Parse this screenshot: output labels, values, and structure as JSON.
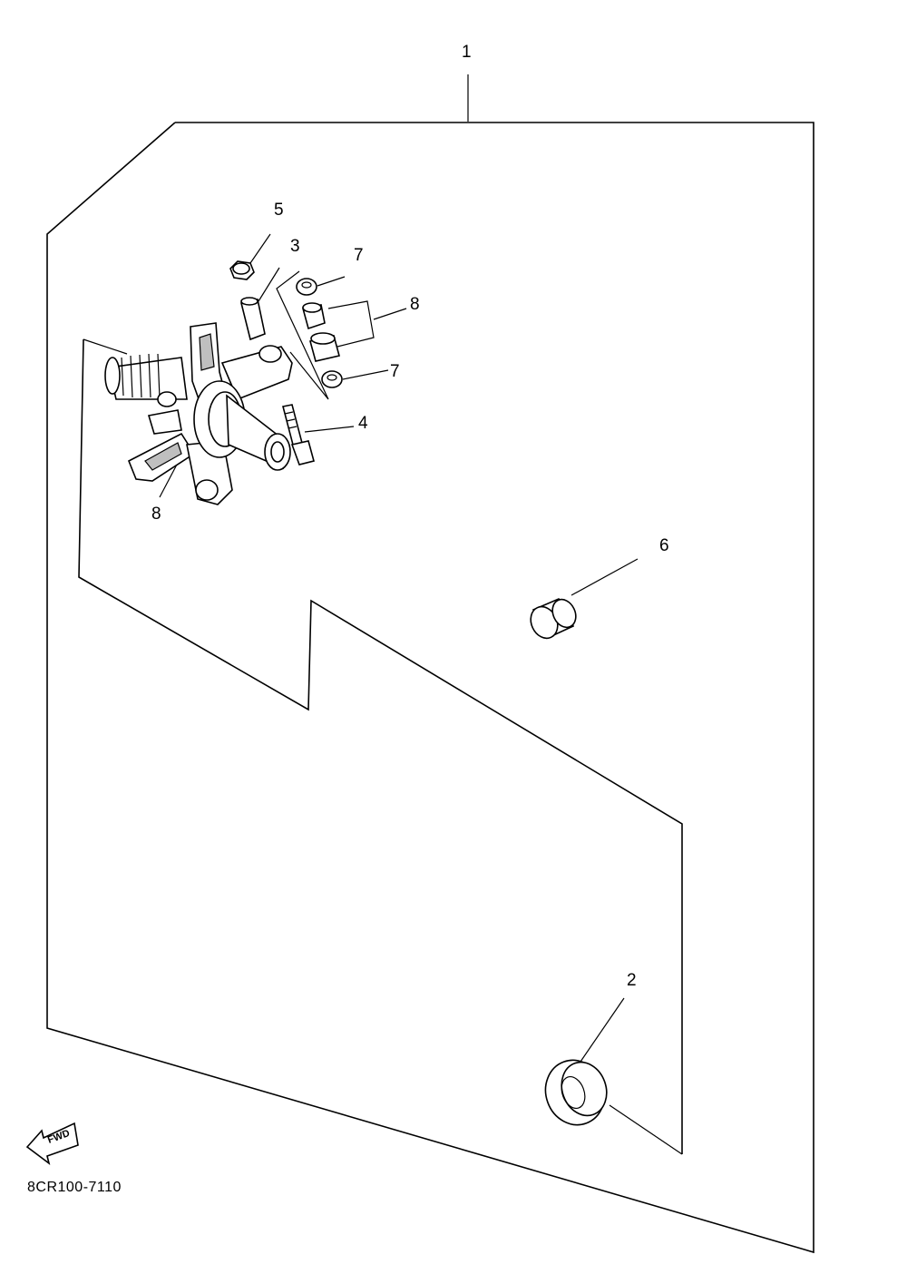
{
  "diagram": {
    "callouts": [
      {
        "id": "1",
        "text": "1"
      },
      {
        "id": "2",
        "text": "2"
      },
      {
        "id": "3",
        "text": "3"
      },
      {
        "id": "4",
        "text": "4"
      },
      {
        "id": "5",
        "text": "5"
      },
      {
        "id": "6",
        "text": "6"
      },
      {
        "id": "7a",
        "text": "7"
      },
      {
        "id": "7b",
        "text": "7"
      },
      {
        "id": "8a",
        "text": "8"
      },
      {
        "id": "8b",
        "text": "8"
      }
    ],
    "fwd_label": "FWD",
    "drawing_code": "8CR100-7110"
  }
}
